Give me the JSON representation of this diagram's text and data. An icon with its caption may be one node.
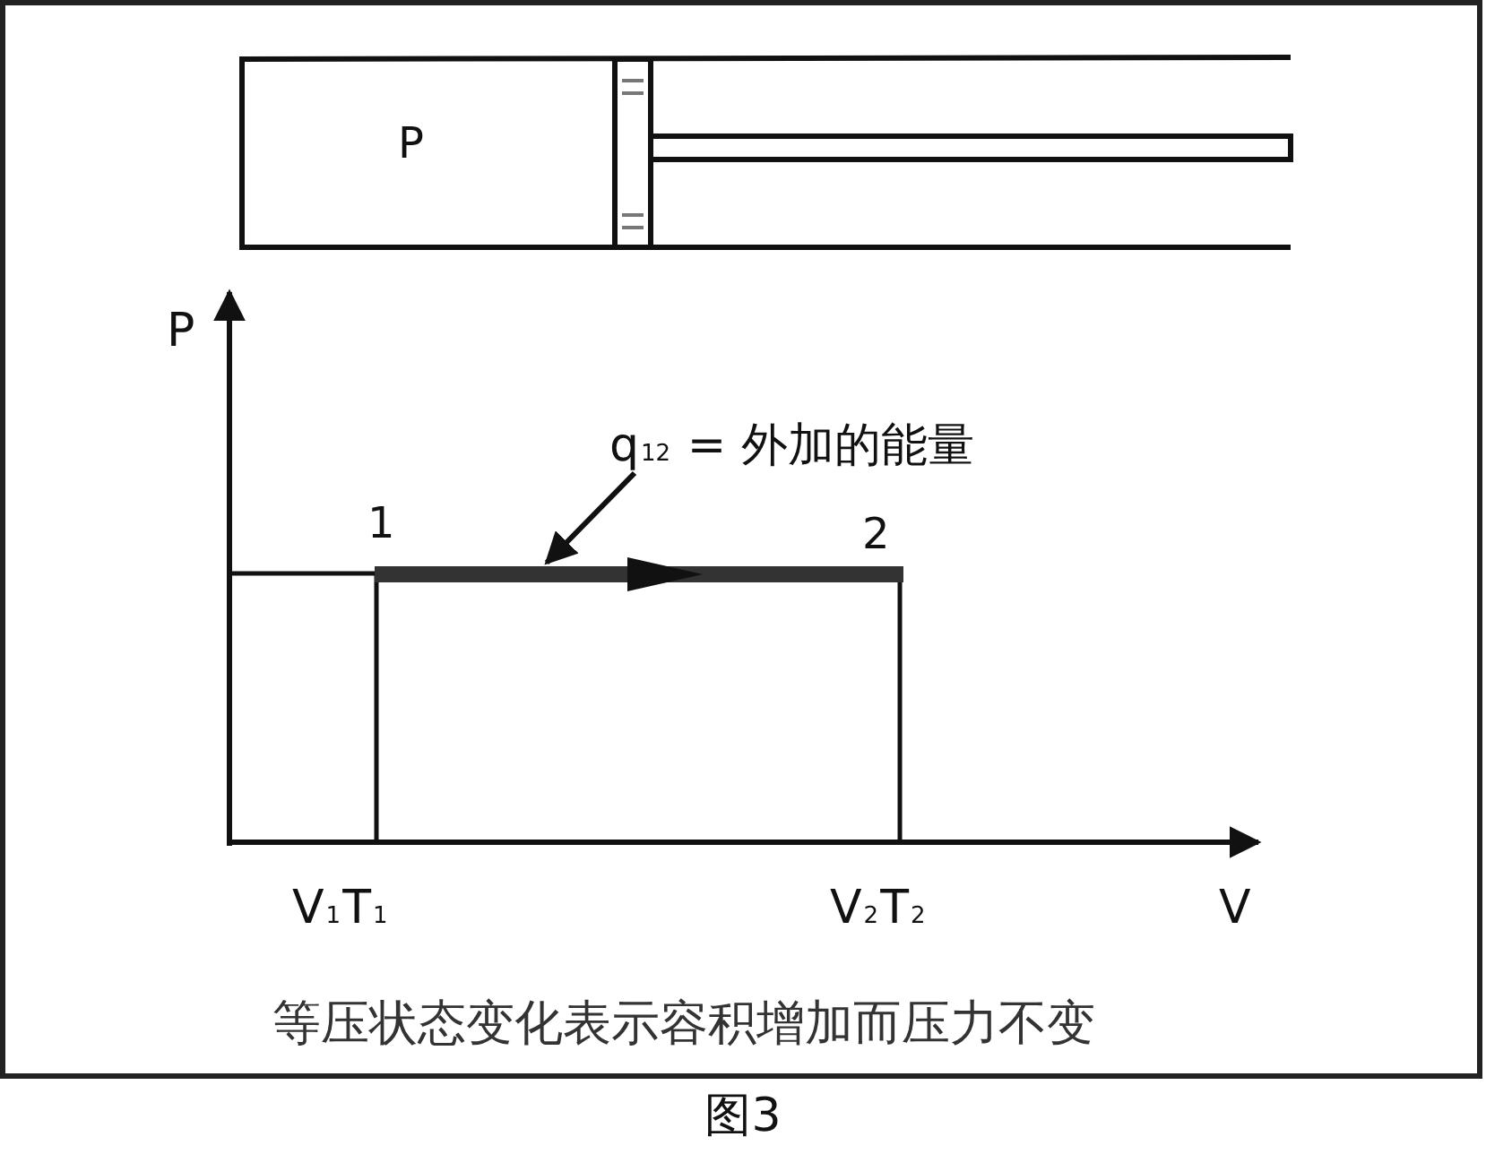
{
  "diagram": {
    "caption": "图3",
    "nodes": [
      {
        "text": [
          "q$_{12}$ = 外加的能量"
        ]
      },
      {
        "text": [],
        "shape": "bar"
      }
    ],
    "edges": [
      {
        "from": 0,
        "to": 1,
        "arrow": "to"
      }
    ],
    "labels": [
      "P",
      "P",
      "1",
      "2",
      "V$_{1}$T$_{1}$",
      "V$_{2}$T$_{2}$",
      "V",
      "等压状态变化表示容积增加而压力不变"
    ]
  }
}
